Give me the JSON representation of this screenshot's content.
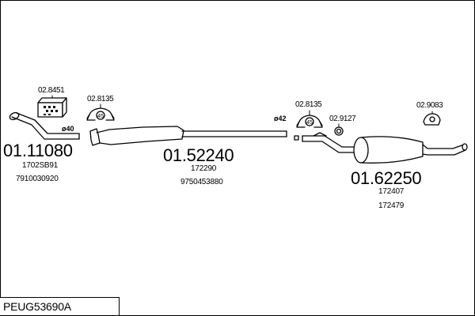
{
  "diagram": {
    "title": "PEUG53690A",
    "parts": [
      {
        "number": "01.11080",
        "refs": [
          "1702SB91",
          "7910030920"
        ],
        "pipe_diameter": "ø40"
      },
      {
        "number": "01.52240",
        "refs": [
          "172290",
          "9750453880"
        ],
        "pipe_diameter": "ø42"
      },
      {
        "number": "01.62250",
        "refs": [
          "172407",
          "172479"
        ]
      }
    ],
    "accessories": {
      "gasket_kit": "02.8451",
      "clamp_front": "02.8135",
      "clamp_mid": "02.8135",
      "clamp_small": "02.9127",
      "hanger_rear": "02.9083"
    },
    "hanger_size_front": "45",
    "hanger_size_mid": "45"
  },
  "colors": {
    "line": "#000000",
    "background": "#ffffff"
  }
}
